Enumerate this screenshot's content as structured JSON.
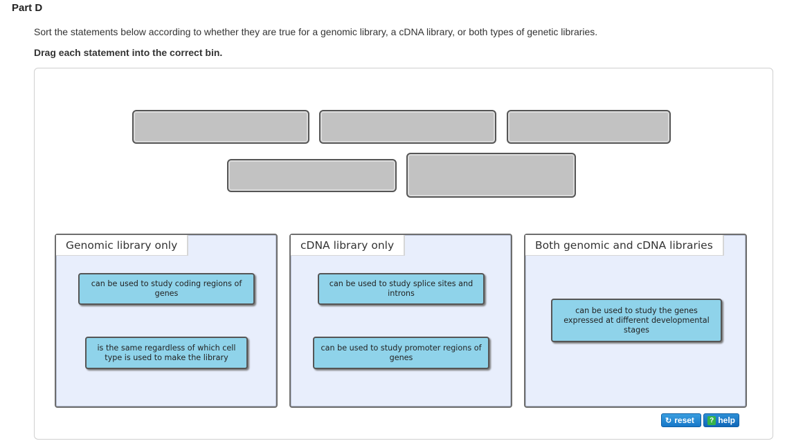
{
  "part_title": "Part D",
  "instructions": "Sort the statements below according to whether they are true for a genomic library, a cDNA library, or both types of genetic libraries.",
  "drag_instruction": "Drag each statement into the correct bin.",
  "bins": [
    {
      "label": "Genomic library only",
      "cards": [
        "can be used to study coding regions of genes",
        "is the same regardless of which cell type is used to make the library"
      ]
    },
    {
      "label": "cDNA library only",
      "cards": [
        "can be used to study splice sites and introns",
        "can be used to study promoter regions of genes"
      ]
    },
    {
      "label": "Both genomic and cDNA libraries",
      "cards": [
        "can be used to study the genes expressed at different developmental stages"
      ]
    }
  ],
  "buttons": {
    "reset_label": "reset",
    "help_label": "help"
  },
  "icons": {
    "reset": "reset-icon",
    "help": "help-icon"
  },
  "colors": {
    "card": "#8fd3ea",
    "bin": "#e8eefc",
    "empty_slot": "#c2c2c2",
    "button": "#1677c8"
  }
}
